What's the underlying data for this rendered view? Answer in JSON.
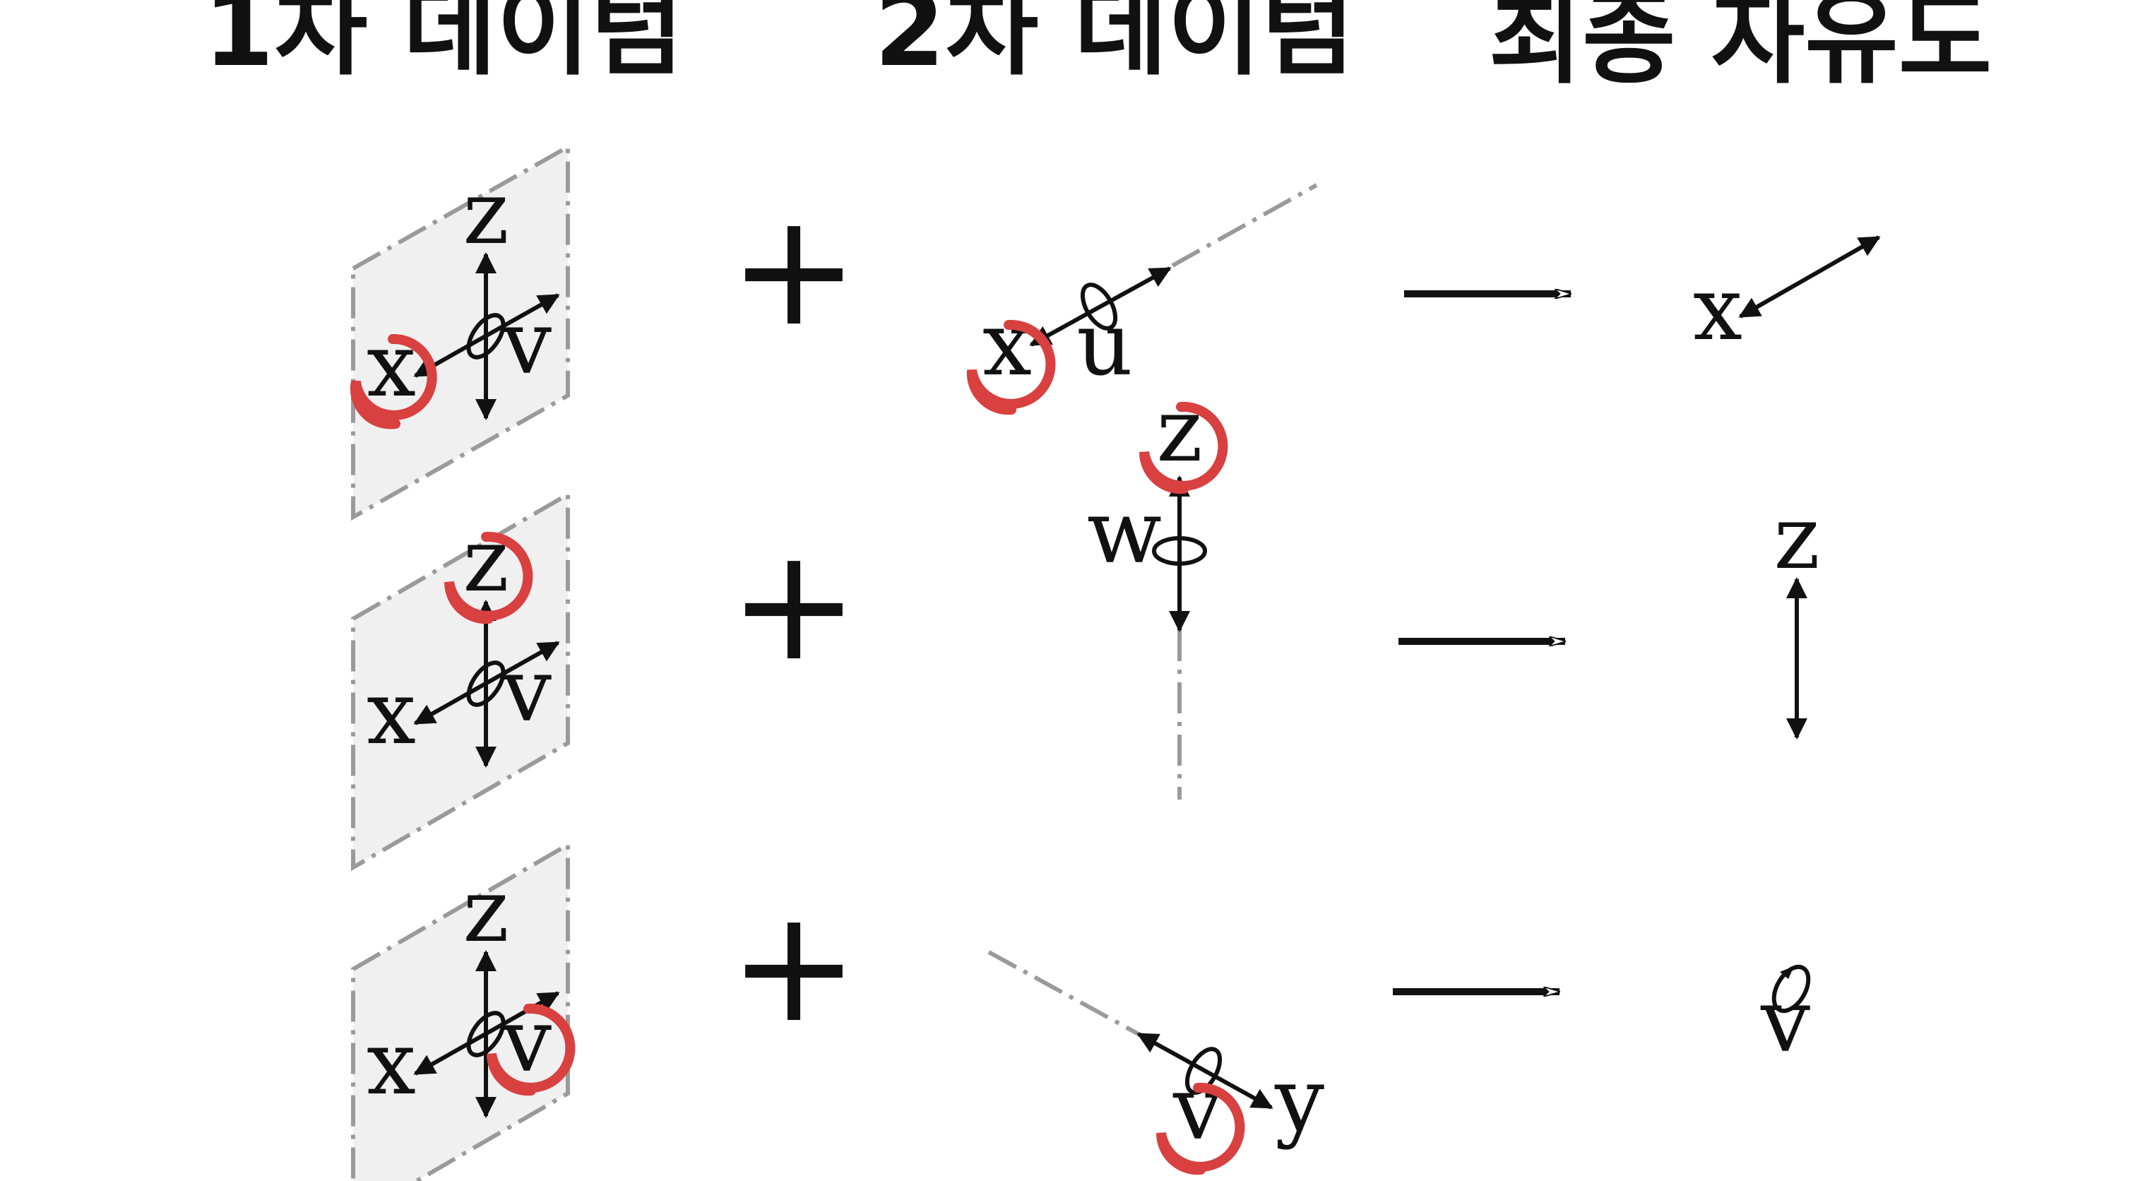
{
  "headings": {
    "datum1": "1차 데이텀",
    "datum2": "2차 데이텀",
    "final_dof": "최종 자유도"
  },
  "plus_sign": "+",
  "labels": {
    "x": "x",
    "z": "z",
    "v": "v",
    "u": "u",
    "w": "w",
    "y": "y"
  },
  "colors": {
    "highlight_circle": "#d94040",
    "plane_fill": "#f0f0f0",
    "datum_line": "#9a9a9a"
  }
}
